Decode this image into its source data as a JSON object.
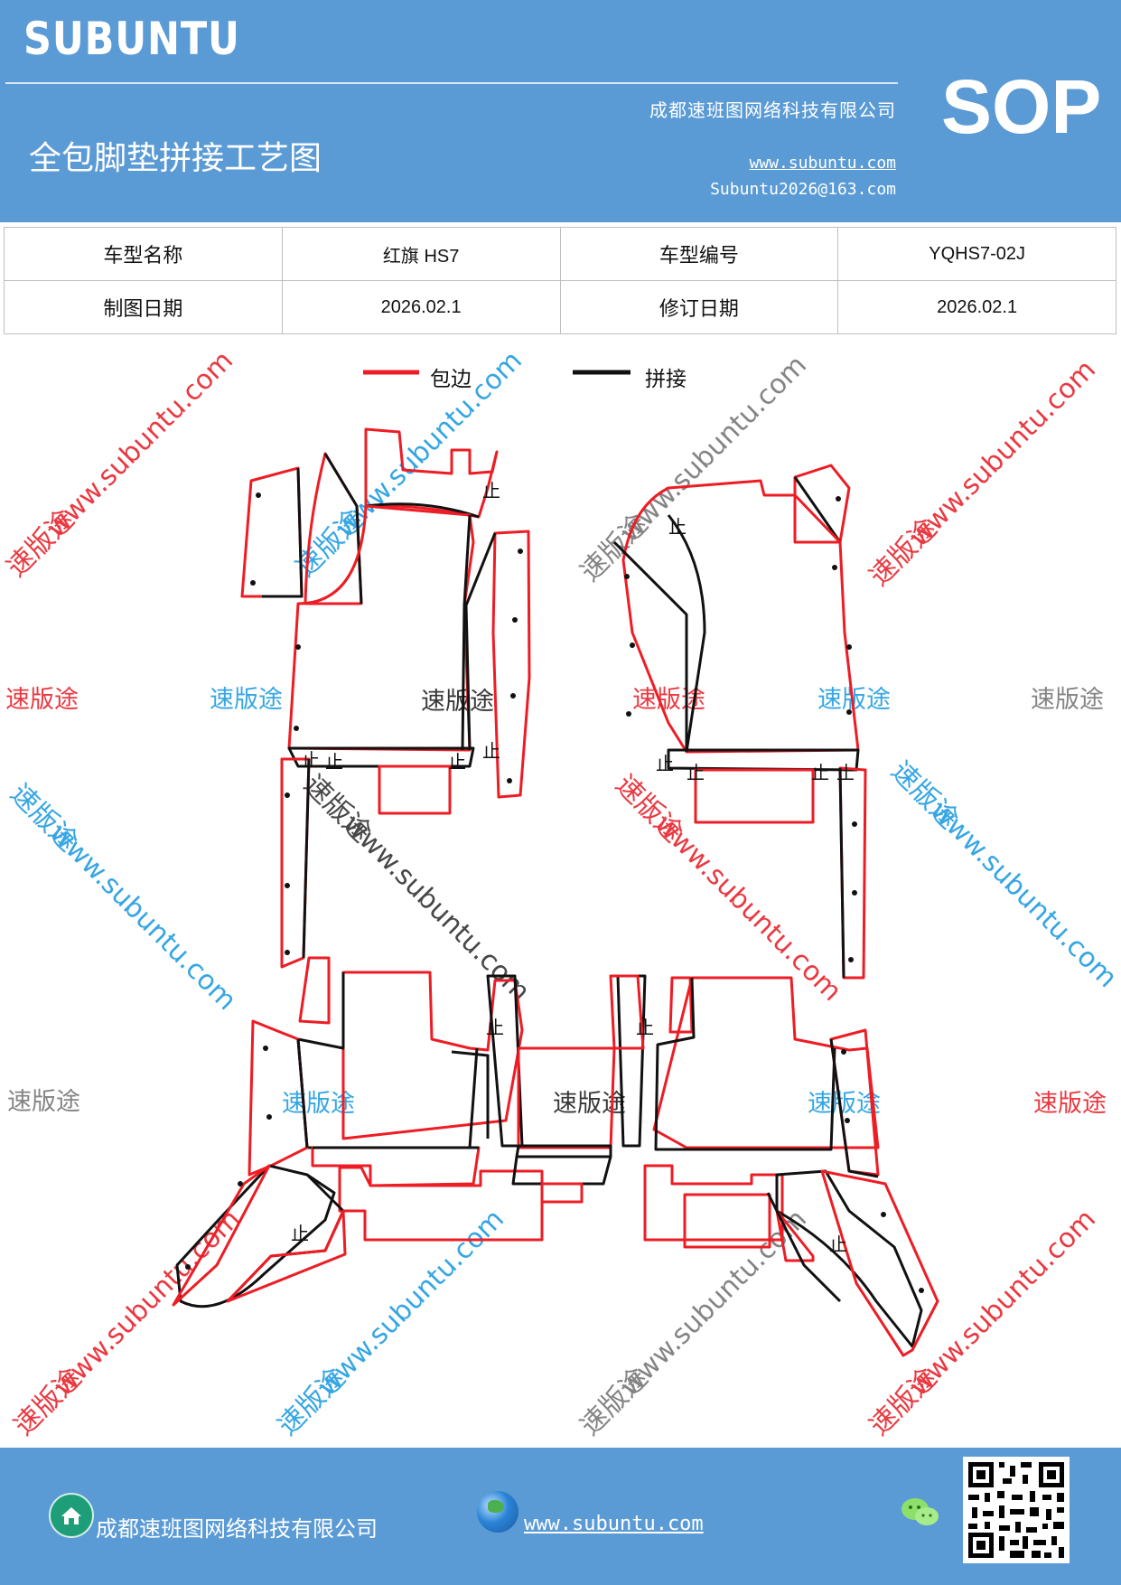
{
  "header": {
    "brand": "SUBUNTU",
    "company": "成都速班图网络科技有限公司",
    "title": "全包脚垫拼接工艺图",
    "website": "www.subuntu.com",
    "email": "Subuntu2026@163.com",
    "badge": "SOP"
  },
  "info_table": {
    "row1": {
      "label1": "车型名称",
      "value1": "红旗 HS7",
      "label2": "车型编号",
      "value2": "YQHS7-02J"
    },
    "row2": {
      "label1": "制图日期",
      "value1": "2026.02.1",
      "label2": "修订日期",
      "value2": "2026.02.1"
    }
  },
  "legend": {
    "items": [
      {
        "label": "包边",
        "color": "#ee1c24"
      },
      {
        "label": "拼接",
        "color": "#000000"
      }
    ]
  },
  "diagram": {
    "stop_mark": "止",
    "watermark_brand": "速版途",
    "watermark_url": "www.subuntu.com",
    "colors": {
      "edge_binding": "#ee1c24",
      "seam": "#111111",
      "wm_red": "#e8232c",
      "wm_blue": "#1f9ce0",
      "wm_gray": "#777777"
    }
  },
  "footer": {
    "company": "成都速班图网络科技有限公司",
    "website": "www.subuntu.com",
    "icons": [
      "home-icon",
      "globe-icon",
      "wechat-icon",
      "qr-code"
    ]
  }
}
